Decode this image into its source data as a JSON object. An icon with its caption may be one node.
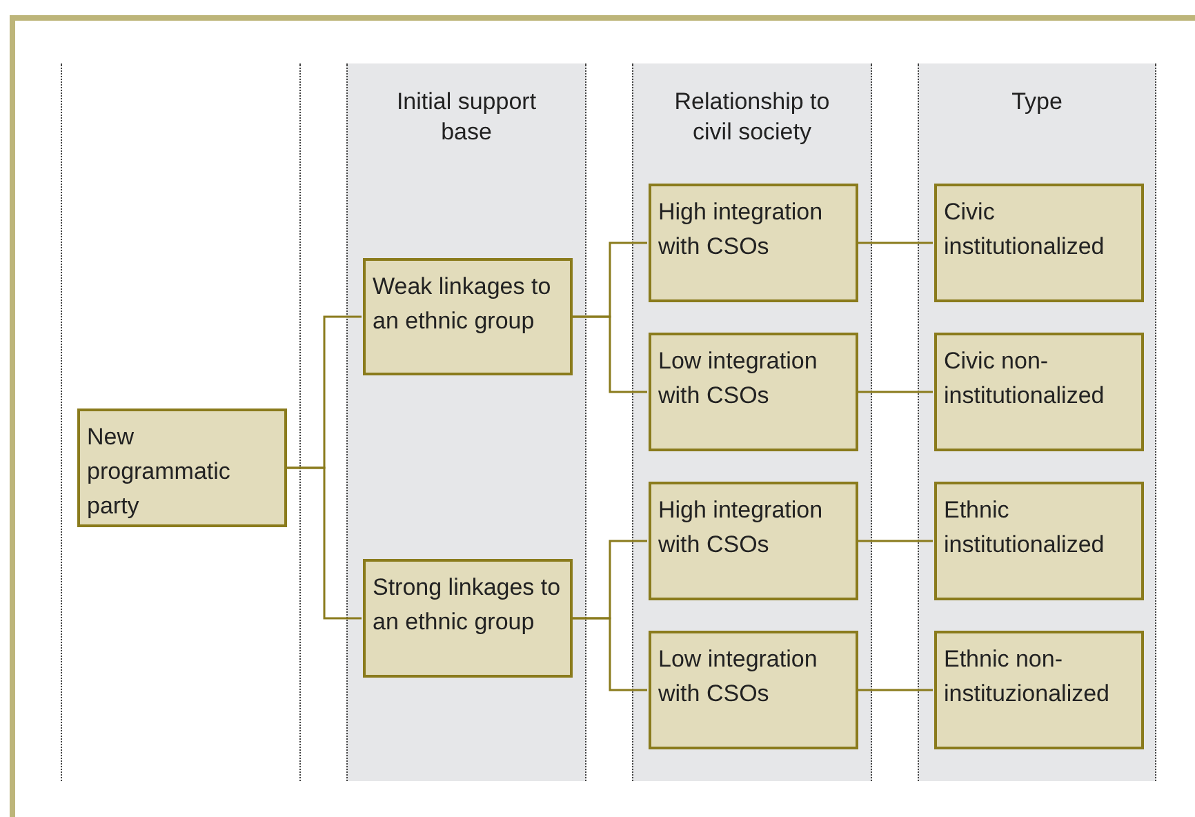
{
  "diagram": {
    "nodes": [
      {
        "text": [],
        "shape": "box"
      },
      {
        "text": [
          "New programmatic party"
        ],
        "in": 0
      },
      {
        "text": [
          "Initial support base"
        ]
      },
      {
        "text": [
          "Weak linkages to an ethnic group"
        ],
        "in": 2
      },
      {
        "text": [
          "Strong linkages to an ethnic group"
        ],
        "in": 2
      },
      {
        "text": [
          "Relationship to civil society"
        ]
      },
      {
        "text": [
          "High integration with CSOs"
        ],
        "in": 5
      },
      {
        "text": [
          "Low integration with CSOs"
        ],
        "in": 5
      },
      {
        "text": [
          "High integration with CSOs"
        ],
        "in": 5
      },
      {
        "text": [
          "Low integration with CSOs"
        ],
        "in": 5
      },
      {
        "text": [
          "Type"
        ]
      },
      {
        "text": [
          "Civic institutionalized"
        ],
        "in": 10
      },
      {
        "text": [
          "Civic non-institutionalized"
        ],
        "in": 10
      },
      {
        "text": [
          "Ethnic institutionalized"
        ],
        "in": 10
      },
      {
        "text": [
          "Ethnic non-instituzionalized"
        ],
        "in": 10
      }
    ],
    "edges": [
      {
        "from": 1,
        "to": 3,
        "arrow": "none"
      },
      {
        "from": 1,
        "to": 4,
        "arrow": "none"
      },
      {
        "from": 3,
        "to": 6,
        "arrow": "none"
      },
      {
        "from": 3,
        "to": 7,
        "arrow": "none"
      },
      {
        "from": 4,
        "to": 8,
        "arrow": "none"
      },
      {
        "from": 4,
        "to": 9,
        "arrow": "none"
      },
      {
        "from": 6,
        "to": 11,
        "arrow": "none"
      },
      {
        "from": 7,
        "to": 12,
        "arrow": "none"
      },
      {
        "from": 8,
        "to": 13,
        "arrow": "none"
      },
      {
        "from": 9,
        "to": 14,
        "arrow": "none"
      }
    ]
  }
}
